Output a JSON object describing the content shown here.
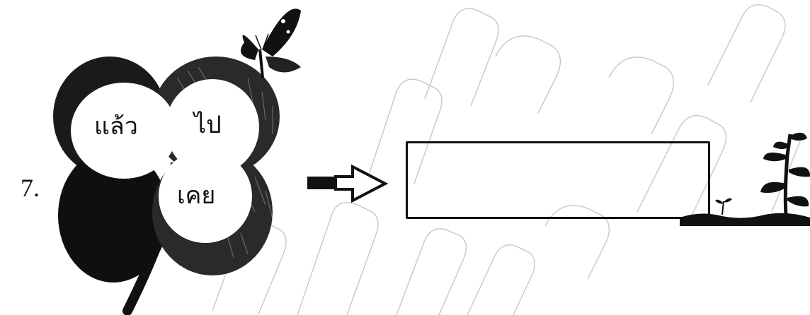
{
  "exercise": {
    "number": "7.",
    "clover_words": {
      "left": "แล้ว",
      "right": "ไป",
      "bottom": "เคย"
    },
    "answer_box_value": ""
  },
  "colors": {
    "ink": "#111111",
    "watermark": "#9a9a9a"
  },
  "icons": [
    "clover-icon",
    "butterfly-icon",
    "arrow-right-icon",
    "plant-icon"
  ]
}
